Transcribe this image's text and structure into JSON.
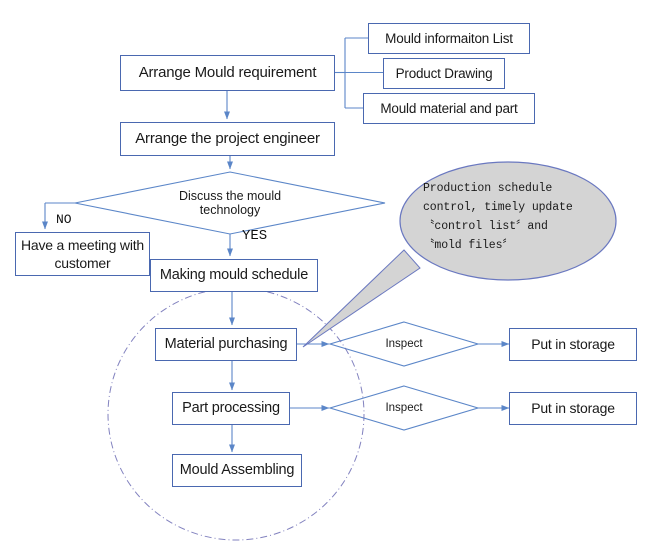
{
  "diagram": {
    "title": "Mould production process flowchart",
    "colors": {
      "box_border": "#4a68b0",
      "connector": "#4a72b8",
      "callout_fill": "#d4d4d4",
      "callout_border": "#6a78c0",
      "group_circle": "#5a5aa0",
      "text": "#1a1a1a",
      "background": "#ffffff"
    },
    "nodes": {
      "arrange_mould_requirement": "Arrange Mould requirement",
      "mould_information_list": "Mould informaiton List",
      "product_drawing": "Product Drawing",
      "mould_material_and_part": "Mould material and part",
      "arrange_project_engineer": "Arrange the  project engineer",
      "discuss_mould_technology": "Discuss the mould technology",
      "have_a_meeting_with_customer": "Have a meeting with customer",
      "making_mould_schedule": "Making mould schedule",
      "material_purchasing": "Material purchasing",
      "part_processing": "Part processing",
      "mould_assembling": "Mould Assembling",
      "inspect_material": "Inspect",
      "inspect_part": "Inspect",
      "put_in_storage_material": "Put in storage",
      "put_in_storage_part": "Put in storage"
    },
    "edge_labels": {
      "decision_no": "NO",
      "decision_yes": "YES"
    },
    "callout": {
      "line1": "Production schedule",
      "line2": "control, timely update",
      "line3": "〝control list〞and",
      "line4": "〝mold files〞"
    }
  }
}
